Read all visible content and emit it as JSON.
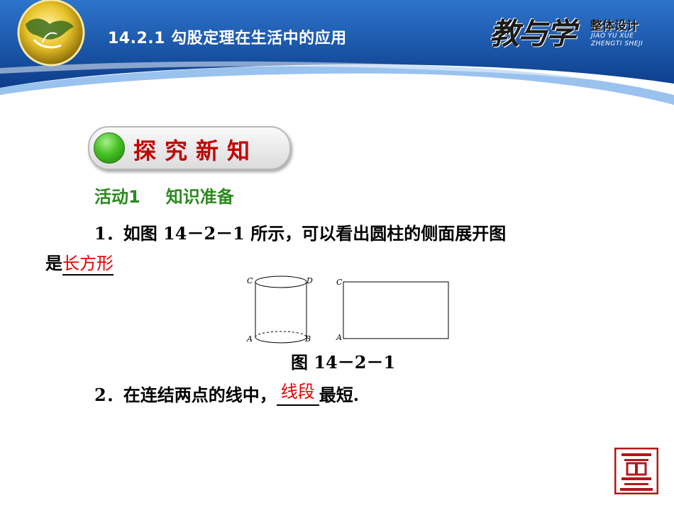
{
  "header": {
    "title": "14.2.1  勾股定理在生活中的应用",
    "brand_main": "教与学",
    "brand_side": "整体设计",
    "brand_pinyin_1": "JIAO YU XUE",
    "brand_pinyin_2": "ZHENGTI SHEJI",
    "colors": {
      "band": "#1d5fb8",
      "band_dark": "#0d3f8c",
      "swoosh": "#6fa8e8"
    }
  },
  "section": {
    "title": "探究新知"
  },
  "activity": {
    "label": "活动1",
    "topic": "知识准备"
  },
  "q1": {
    "line1": "1．如图 14－2－1 所示，可以看出圆柱的侧面展开图",
    "line2_prefix": "是",
    "answer": "长方形"
  },
  "figure": {
    "caption": "图 14－2－1",
    "cylinder_labels": {
      "top_left": "C",
      "top_right": "D",
      "bottom_left": "A",
      "bottom_right": "B"
    },
    "rect_labels": {
      "top_left": "C",
      "bottom_left": "A"
    }
  },
  "q2": {
    "prefix": "2．在连结两点的线中，",
    "answer": "线段",
    "suffix": "最短."
  }
}
